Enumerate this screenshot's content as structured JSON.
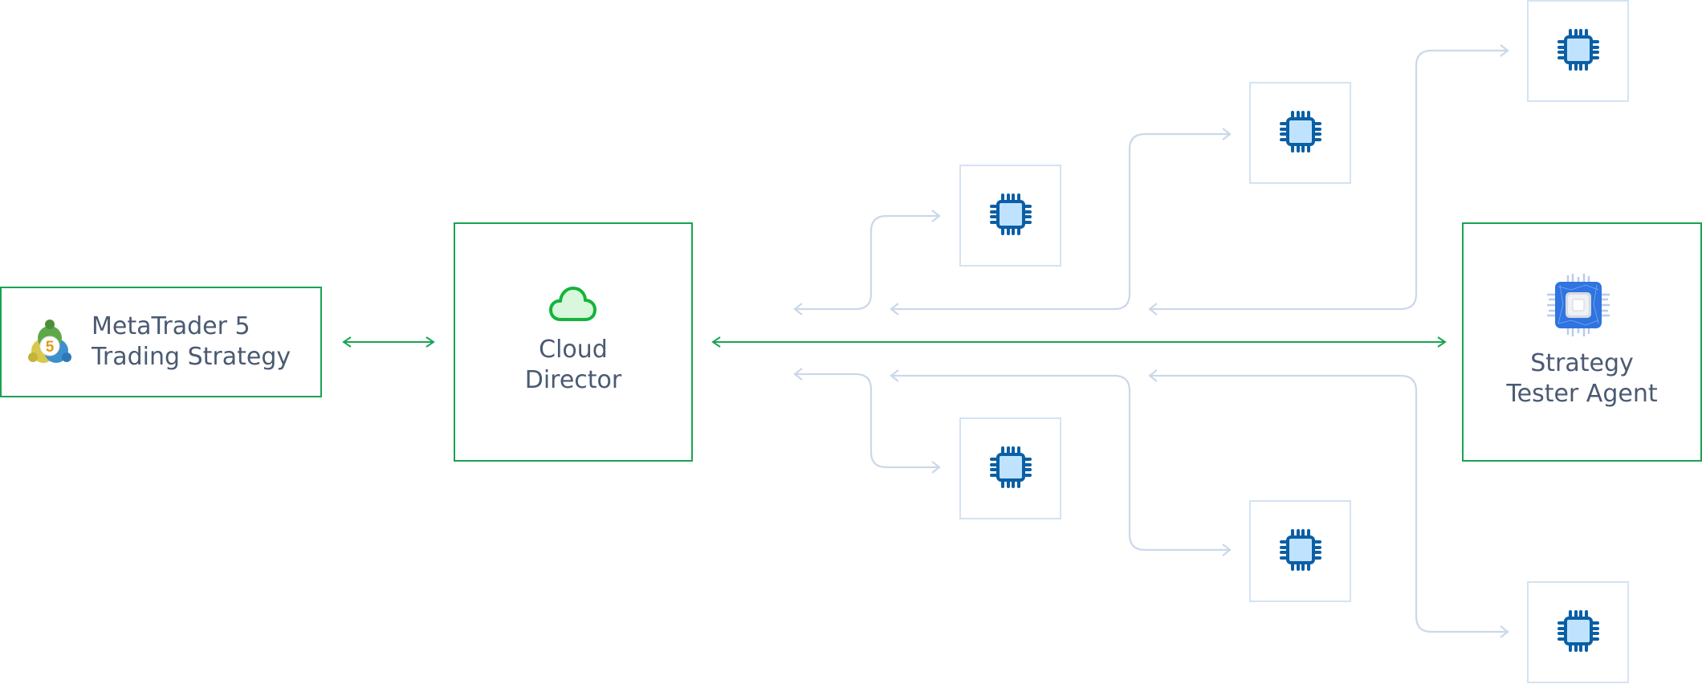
{
  "diagram": {
    "source": {
      "line1": "MetaTrader 5",
      "line2": "Trading Strategy",
      "icon": "metatrader5-logo-icon",
      "logo_digit": "5"
    },
    "director": {
      "line1": "Cloud",
      "line2": "Director",
      "icon": "cloud-icon"
    },
    "agent": {
      "line1": "Strategy",
      "line2": "Tester Agent",
      "icon": "processor-agent-icon"
    },
    "workers": [
      {
        "id": "worker-1",
        "icon": "cpu-chip-icon"
      },
      {
        "id": "worker-2",
        "icon": "cpu-chip-icon"
      },
      {
        "id": "worker-3",
        "icon": "cpu-chip-icon"
      },
      {
        "id": "worker-4",
        "icon": "cpu-chip-icon"
      },
      {
        "id": "worker-5",
        "icon": "cpu-chip-icon"
      },
      {
        "id": "worker-6",
        "icon": "cpu-chip-icon"
      }
    ],
    "colors": {
      "main_border": "#1aa352",
      "main_arrow": "#1aa352",
      "chip_border": "#d3e3f3",
      "connector": "#cbd8e8",
      "chip_dark": "#0b5fa5",
      "chip_fill": "#bfe3ff",
      "text": "#4a5a72",
      "cloud_stroke": "#14b43c",
      "cloud_fill": "#d9f7dc",
      "agent_blue": "#2f74e0"
    }
  }
}
